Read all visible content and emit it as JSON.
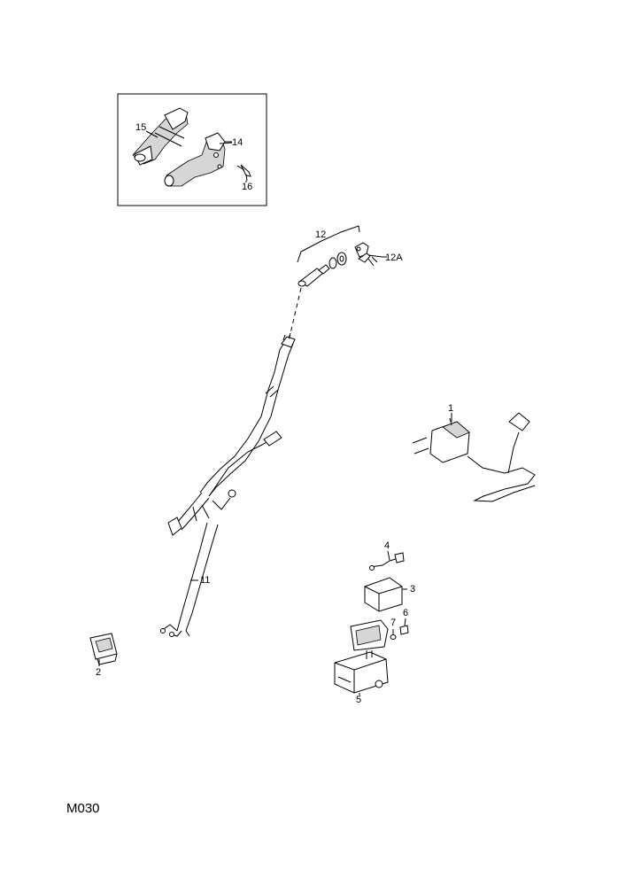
{
  "diagram_code": "M030",
  "callouts": {
    "c1": "1",
    "c2": "2",
    "c3": "3",
    "c4": "4",
    "c5": "5",
    "c6": "6",
    "c7": "7",
    "c11": "11",
    "c12": "12",
    "c12a": "12A",
    "c14": "14",
    "c15": "15",
    "c16": "16"
  }
}
